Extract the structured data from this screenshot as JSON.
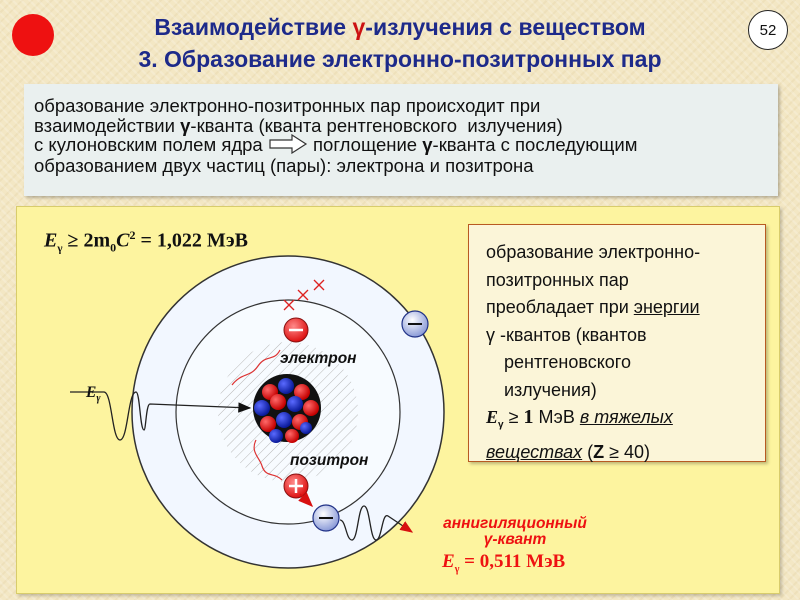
{
  "page_number": "52",
  "title_line1_pre": "Взаимодействие ",
  "title_line1_gamma": "γ",
  "title_line1_post": "-излучения с веществом",
  "title_line2": "3. Образование электронно-позитронных пар",
  "intro": {
    "line1": "образование электронно-позитронных пар происходит при",
    "line2_pre": "взаимодействии ",
    "line2_gamma": "γ",
    "line2_post": "-кванта (кванта рентгеновского  излучения)",
    "line3_left": "с кулоновским полем ядра",
    "line3_right_pre": "поглощение ",
    "line3_right_gamma": "γ",
    "line3_right_post": "-кванта с последующим",
    "line4": "образованием двух частиц (пары): электрона и позитрона"
  },
  "formula": {
    "E": "E",
    "gamma_sub": "γ",
    "mid": " ≥ 2m",
    "zero_sub": "0",
    "C": "C",
    "sq": "2",
    "rest": " = 1,022 МэВ"
  },
  "side": {
    "line1": "образование электронно-",
    "line2": "позитронных пар",
    "line3_pre": "преобладает при ",
    "line3_u": "энергии",
    "line4": "γ  -квантов (квантов",
    "line5": "рентгеновского",
    "line6": "излучения)",
    "e_E": "E",
    "e_sub": "γ",
    "e_mid": " ≥ ",
    "e_val": "1",
    "e_unit": " МэВ ",
    "e_u": "в тяжелых",
    "line8_u": "веществах",
    "line8_rest1": " (",
    "line8_Z": "Z",
    "line8_rest2": " ≥ 40)"
  },
  "diagram": {
    "incoming_E": "E",
    "incoming_sub": "γ",
    "electron_label": "электрон",
    "positron_label": "позитрон",
    "minus": "−",
    "plus": "+"
  },
  "annihilation": {
    "line1": "аннигиляционный",
    "line2": "γ-квант",
    "e_E": "E",
    "e_sub": "γ",
    "e_rest": " = 0,511 МэВ"
  }
}
